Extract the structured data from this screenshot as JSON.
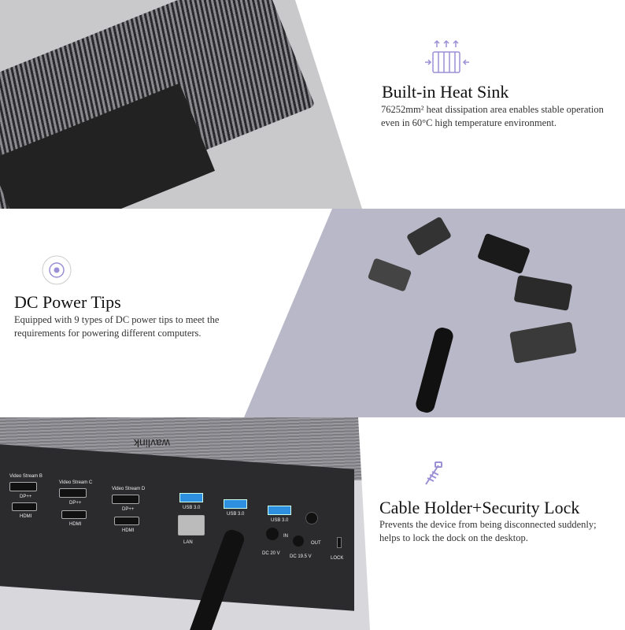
{
  "sections": [
    {
      "title": "Built-in Heat Sink",
      "description": "76252mm² heat dissipation area enables stable operation even in 60°C high temperature environment.",
      "icon": "heat-sink-icon"
    },
    {
      "title": "DC Power Tips",
      "description": "Equipped with 9 types of DC power tips to meet the requirements for powering different computers.",
      "icon": "target-circle-icon"
    },
    {
      "title": "Cable Holder+Security Lock",
      "description": "Prevents the device from being disconnected suddenly; helps to lock the dock on the desktop.",
      "icon": "screw-lock-icon"
    }
  ],
  "dock": {
    "brand": "wavlink",
    "ports": [
      "Video Stream B",
      "Video Stream C",
      "Video Stream D"
    ],
    "dp": "DP++",
    "hdmi": "HDMI",
    "usb": "USB 3.0",
    "lan": "LAN",
    "dc_in": "DC 20 V",
    "in": "IN",
    "dc_out": "DC 19.5 V",
    "out": "OUT",
    "lock": "LOCK"
  },
  "colors": {
    "accent": "#9b8fd6",
    "photo_gray": "#c8c8cc",
    "panel_lavender": "#b9b8c8"
  }
}
